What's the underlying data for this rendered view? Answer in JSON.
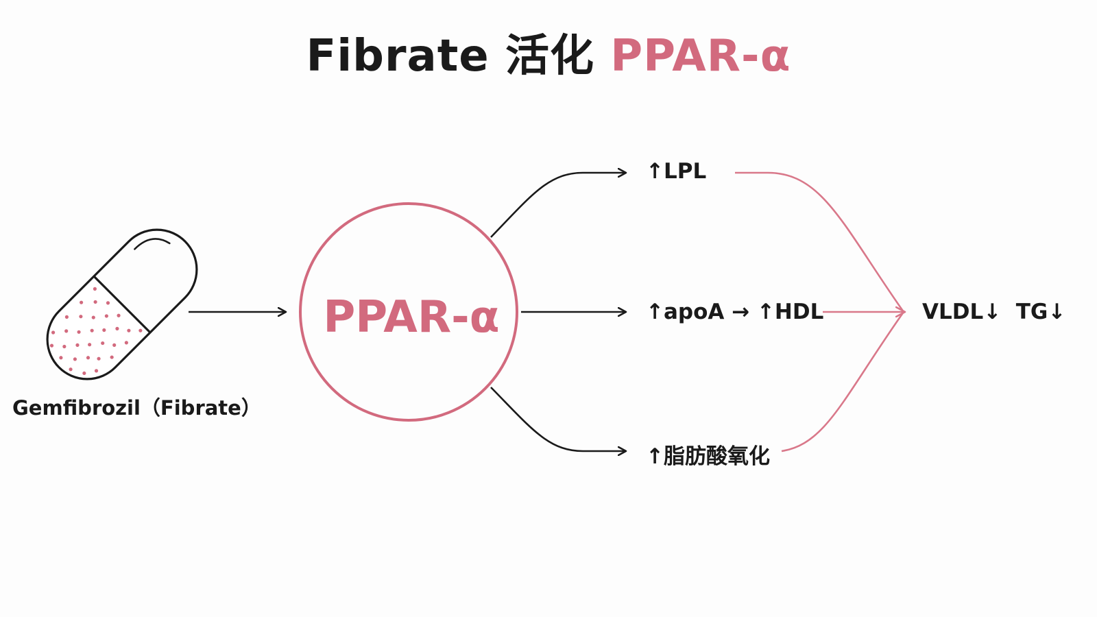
{
  "title": {
    "main": "Fibrate 活化 ",
    "accent": "PPAR-α"
  },
  "drug": {
    "label": "Gemfibrozil（Fibrate）",
    "icon": "capsule-icon"
  },
  "receptor": {
    "label": "PPAR-α"
  },
  "effects": {
    "lpl": "↑LPL",
    "apoa": "↑apoA → ↑HDL",
    "fao": "↑脂肪酸氧化"
  },
  "outcome": {
    "label": "VLDL↓  TG↓"
  },
  "colors": {
    "accent": "#d26a7e",
    "line": "#1a1a1a",
    "pink_arrow": "#d9788a"
  }
}
